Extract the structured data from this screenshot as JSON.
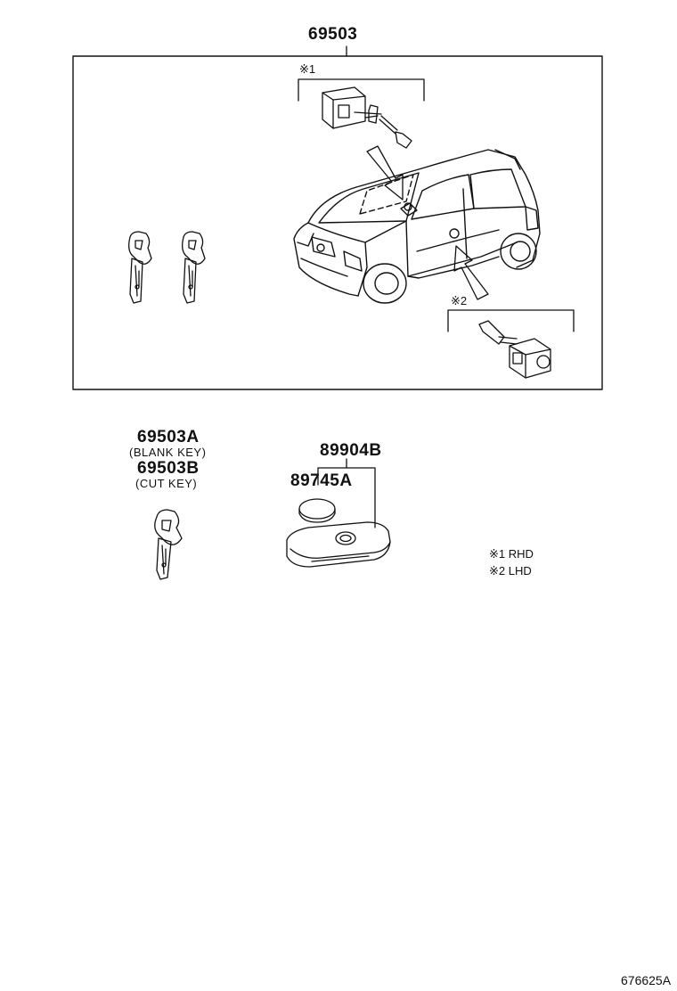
{
  "assembly": {
    "part_number": "69503"
  },
  "callouts": {
    "rhd_marker": "※1",
    "lhd_marker": "※2"
  },
  "keys": {
    "blank_part_number": "69503A",
    "blank_description": "(BLANK KEY)",
    "cut_part_number": "69503B",
    "cut_description": "(CUT KEY)"
  },
  "remote": {
    "fob_part_number": "89904B",
    "battery_part_number": "89745A"
  },
  "legend": {
    "item1": "※1 RHD",
    "item2": "※2 LHD"
  },
  "diagram_ref": "676625A"
}
